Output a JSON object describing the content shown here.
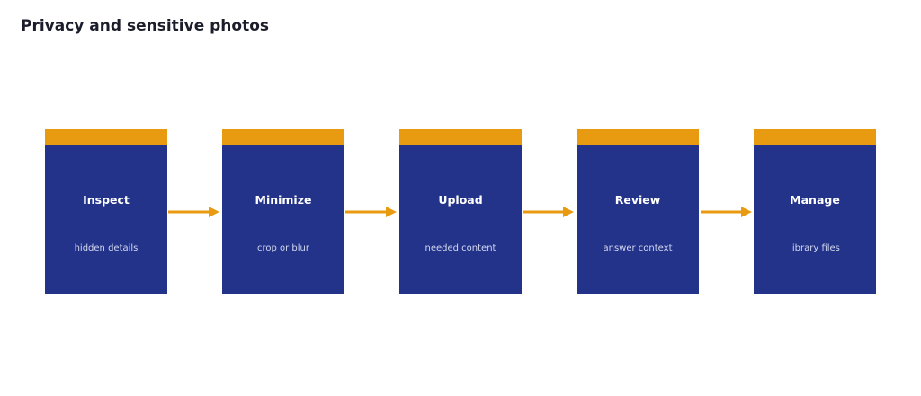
{
  "title": "Privacy and sensitive photos",
  "colors": {
    "box_fill": "#23338a",
    "box_cap": "#e89a10",
    "arrow": "#e89a10",
    "title_text": "#1b1d2b",
    "step_title_text": "#ffffff",
    "step_sub_text": "#d3d8ef"
  },
  "steps": [
    {
      "title": "Inspect",
      "subtitle": "hidden details"
    },
    {
      "title": "Minimize",
      "subtitle": "crop or blur"
    },
    {
      "title": "Upload",
      "subtitle": "needed content"
    },
    {
      "title": "Review",
      "subtitle": "answer context"
    },
    {
      "title": "Manage",
      "subtitle": "library files"
    }
  ]
}
